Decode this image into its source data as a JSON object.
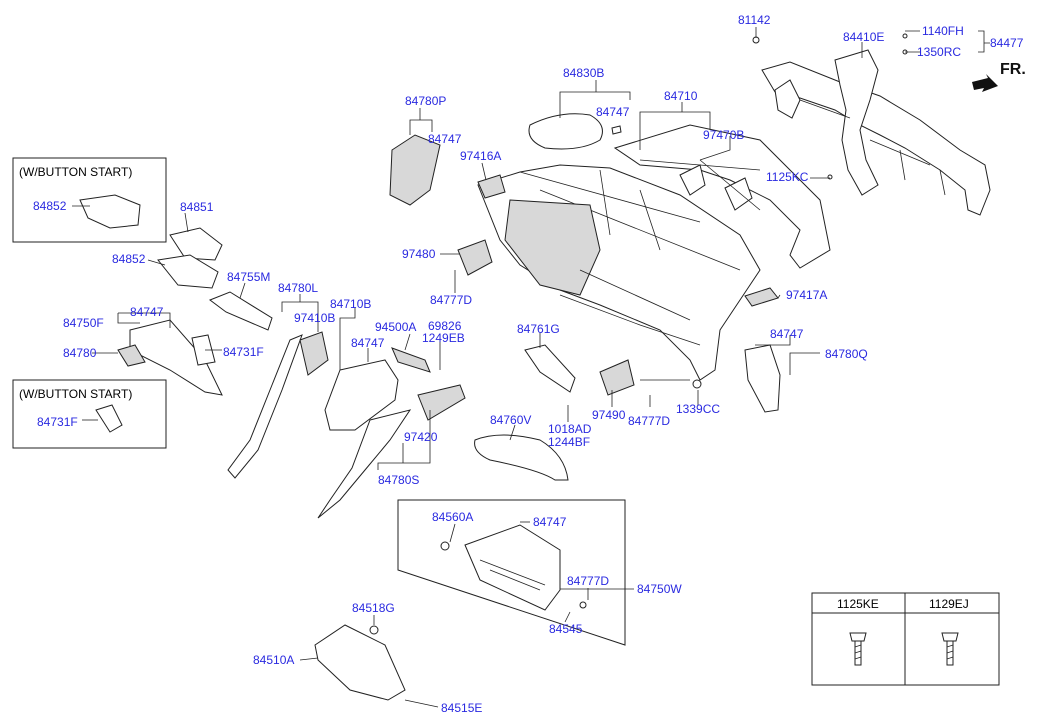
{
  "fr_label": "FR.",
  "button_start_1": "(W/BUTTON START)",
  "button_start_2": "(W/BUTTON START)",
  "labels": {
    "p81142": "81142",
    "p84410E": "84410E",
    "p1140FH": "1140FH",
    "p84477": "84477",
    "p1350RC": "1350RC",
    "p84830B": "84830B",
    "p84747_top": "84747",
    "p84710": "84710",
    "p97470B": "97470B",
    "p84780P": "84780P",
    "p84747_p": "84747",
    "p97416A": "97416A",
    "p1125KC": "1125KC",
    "p84852_a": "84852",
    "p84851": "84851",
    "p84852_b": "84852",
    "p84755M": "84755M",
    "p84780L": "84780L",
    "p97480": "97480",
    "p84777D_a": "84777D",
    "p97417A": "97417A",
    "p84747_lft": "84747",
    "p84750F": "84750F",
    "p84710B": "84710B",
    "p97410B": "97410B",
    "p94500A": "94500A",
    "p69826": "69826",
    "p1249EB": "1249EB",
    "p84761G": "84761G",
    "p84747_q": "84747",
    "p84780Q": "84780Q",
    "p84780": "84780",
    "p84731F_a": "84731F",
    "p84747_mid": "84747",
    "p84731F_b": "84731F",
    "p97490": "97490",
    "p84777D_b": "84777D",
    "p1339CC": "1339CC",
    "p84760V": "84760V",
    "p1018AD": "1018AD",
    "p1244BF": "1244BF",
    "p97420": "97420",
    "p84780S": "84780S",
    "p84560A": "84560A",
    "p84747_glove": "84747",
    "p84777D_c": "84777D",
    "p84750W": "84750W",
    "p84545": "84545",
    "p84518G": "84518G",
    "p84510A": "84510A",
    "p84515E": "84515E"
  },
  "fastener_table": {
    "col1": "1125KE",
    "col2": "1129EJ"
  }
}
